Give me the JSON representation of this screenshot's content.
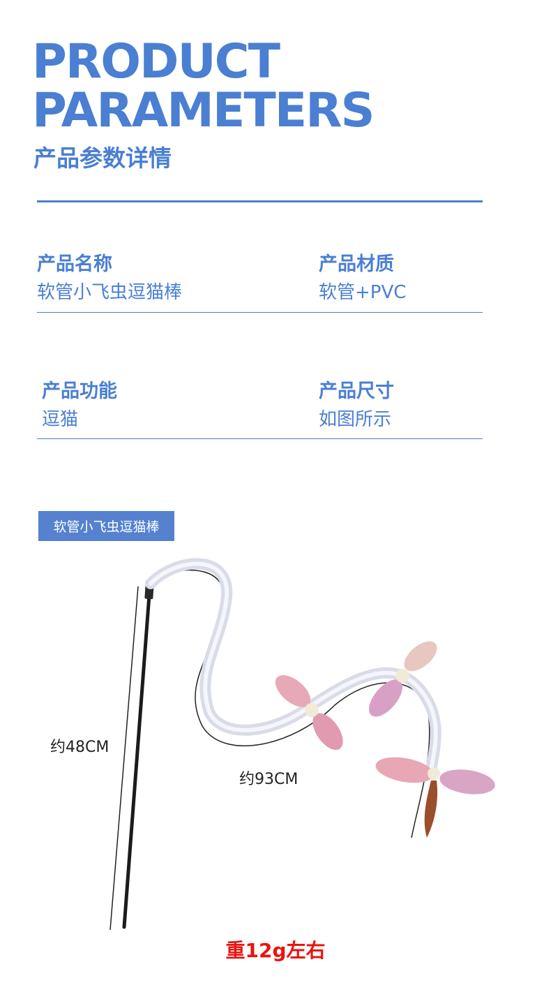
{
  "header": {
    "title_line1": "PRODUCT",
    "title_line2": "PARAMETERS",
    "subtitle": "产品参数详情"
  },
  "params": [
    {
      "label": "产品名称",
      "value": "软管小飞虫逗猫棒"
    },
    {
      "label": "产品材质",
      "value": "软管+PVC"
    },
    {
      "label": "产品功能",
      "value": "逗猫"
    },
    {
      "label": "产品尺寸",
      "value": "如图所示"
    }
  ],
  "product_tag": "软管小飞虫逗猫棒",
  "dimensions": {
    "rod_length": "约48CM",
    "tube_length": "约93CM"
  },
  "weight": "重12g左右",
  "colors": {
    "brand_blue": "#4a7fd2",
    "tag_blue": "#5581cf",
    "weight_red": "#e8150f"
  }
}
